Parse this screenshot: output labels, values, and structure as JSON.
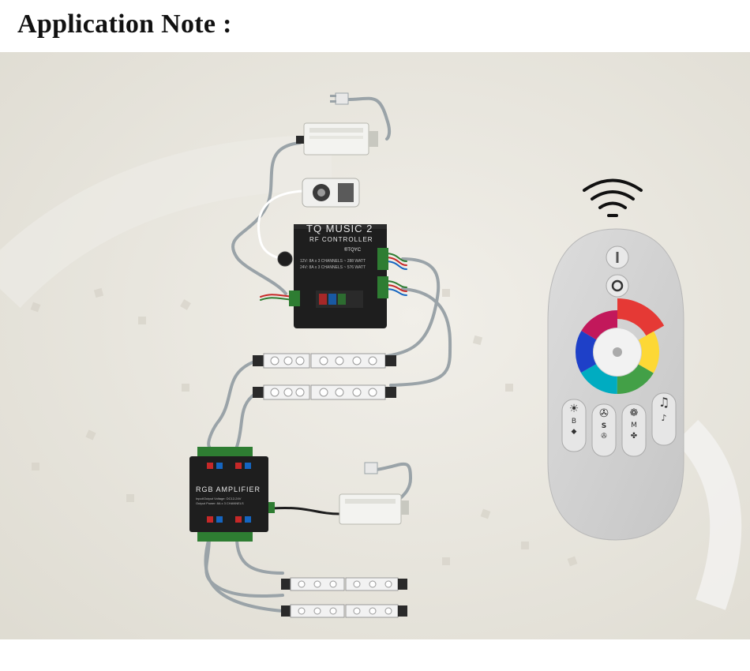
{
  "header": {
    "title": "Application Note :"
  },
  "controller": {
    "name": "TQ MUSIC 2",
    "sub": "RF CONTROLLER",
    "brand": "®TQYC",
    "spec1": "12V: 8A x 3 CHANNELS   ~ 288 WATT",
    "spec2": "24V: 8A x 3 CHANNELS   ~ 576 WATT"
  },
  "amplifier": {
    "name": "RGB AMPLIFIER",
    "spec1": "Input/Output Voltage: DC12-24V",
    "spec2": "Output Power: 8A x 3 CHANNELS"
  },
  "remote": {
    "buttons": [
      {
        "label": "B",
        "icon": "brightness-icon"
      },
      {
        "label": "S",
        "icon": "speed-icon"
      },
      {
        "label": "M",
        "icon": "mode-icon"
      },
      {
        "label": "",
        "icon": "music-note-icon"
      }
    ]
  },
  "colors": {
    "background": "#e9e6dd",
    "device_black": "#1e1e1e",
    "remote_grey": "#d3d3d3"
  }
}
